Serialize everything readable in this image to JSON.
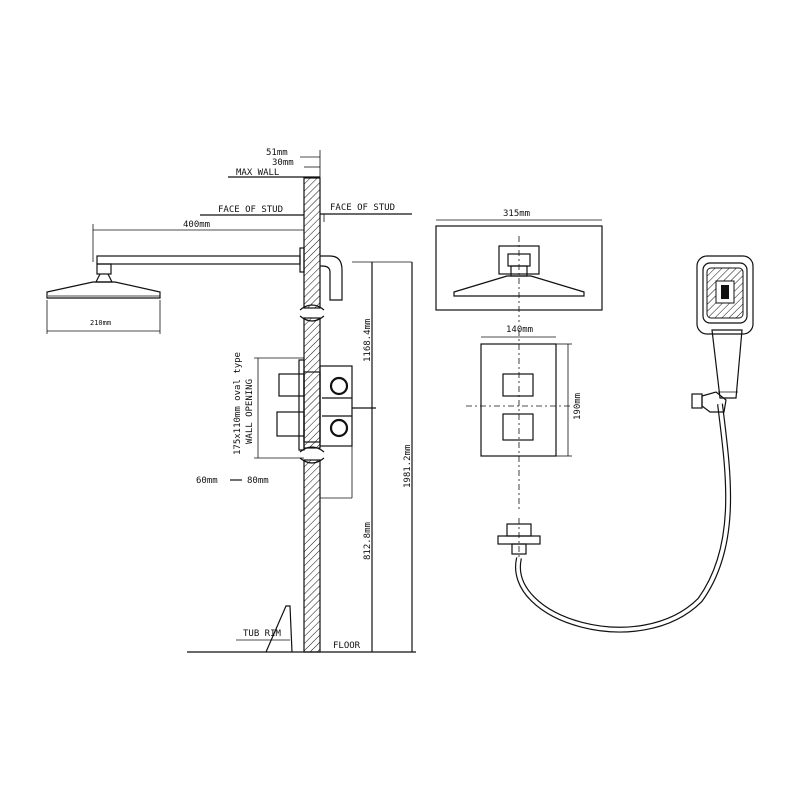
{
  "labels": {
    "dim_51": "51mm",
    "dim_30": "30mm",
    "max_wall": "MAX WALL",
    "face_of_stud_left": "FACE OF STUD",
    "face_of_stud_right": "FACE OF STUD",
    "dim_400": "400mm",
    "dim_210": "210mm",
    "dim_1168": "1168.4mm",
    "dim_1981": "1981.2mm",
    "dim_812": "812.8mm",
    "wall_opening_1": "175x110mm oval type",
    "wall_opening_2": "WALL OPENING",
    "dim_60": "60mm",
    "dim_80": "80mm",
    "tub_rim": "TUB RIM",
    "floor": "FLOOR",
    "dim_315": "315mm",
    "dim_140": "140mm",
    "dim_190": "190mm"
  },
  "colors": {
    "line": "#111111",
    "background": "#ffffff"
  }
}
